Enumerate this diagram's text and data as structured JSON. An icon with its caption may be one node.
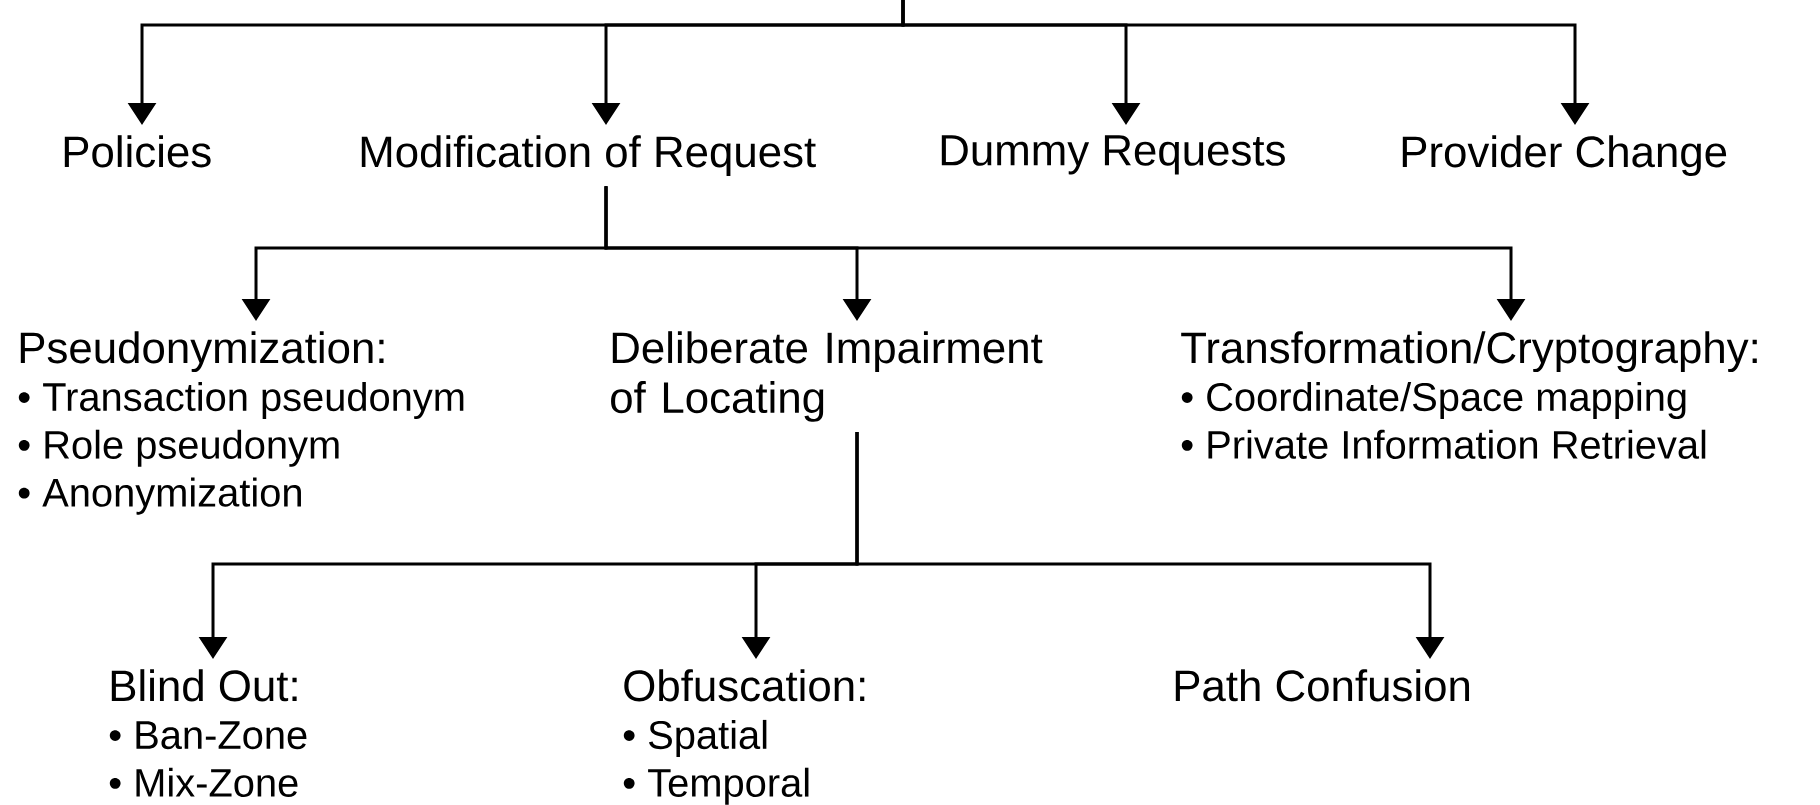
{
  "diagram": {
    "nodes": [
      {
        "text": [
          "Policies"
        ]
      },
      {
        "text": [
          "Modification of Request"
        ]
      },
      {
        "text": [
          "Dummy Requests"
        ]
      },
      {
        "text": [
          "Provider Change"
        ]
      },
      {
        "text": [
          "Pseudonymization:",
          "• Transaction pseudonym",
          "• Role pseudonym",
          "• Anonymization"
        ]
      },
      {
        "text": [
          "Deliberate Impairment of Locating"
        ]
      },
      {
        "text": [
          "Transformation/Cryptography:",
          "• Coordinate/Space mapping",
          "• Private Information Retrieval"
        ]
      },
      {
        "text": [
          "Blind Out:",
          "• Ban-Zone",
          "• Mix-Zone"
        ]
      },
      {
        "text": [
          "Obfuscation:",
          "• Spatial",
          "• Temporal"
        ]
      },
      {
        "text": [
          "Path Confusion"
        ]
      }
    ],
    "edges": [
      {
        "from": null,
        "to": 0,
        "arrow": "to"
      },
      {
        "from": null,
        "to": 1,
        "arrow": "to"
      },
      {
        "from": null,
        "to": 2,
        "arrow": "to"
      },
      {
        "from": null,
        "to": 3,
        "arrow": "to"
      },
      {
        "from": 1,
        "to": 4,
        "arrow": "to"
      },
      {
        "from": 1,
        "to": 5,
        "arrow": "to"
      },
      {
        "from": 1,
        "to": 6,
        "arrow": "to"
      },
      {
        "from": 5,
        "to": 7,
        "arrow": "to"
      },
      {
        "from": 5,
        "to": 8,
        "arrow": "to"
      },
      {
        "from": 5,
        "to": 9,
        "arrow": "to"
      }
    ]
  }
}
